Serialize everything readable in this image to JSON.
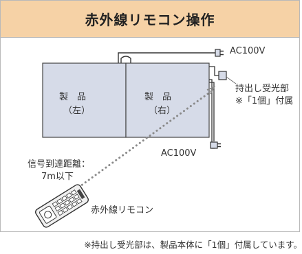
{
  "header": {
    "title": "赤外線リモコン操作"
  },
  "products": {
    "left": {
      "name": "製　品",
      "position": "（左）"
    },
    "right": {
      "name": "製　品",
      "position": "（右）"
    }
  },
  "power": {
    "top_label": "AC100V",
    "bottom_label": "AC100V"
  },
  "receiver": {
    "label": "持出し受光部",
    "note": "※「1個」付属"
  },
  "signal": {
    "label_line1": "信号到達距離：",
    "label_line2": "7m以下"
  },
  "remote": {
    "label": "赤外線リモコン"
  },
  "footer": {
    "note": "※持出し受光部は、製品本体に「1個」付属しています。"
  },
  "colors": {
    "header_bg": "#f6d2a6",
    "product_fill": "#d6dbe8",
    "dots": "#8a8a8a"
  }
}
